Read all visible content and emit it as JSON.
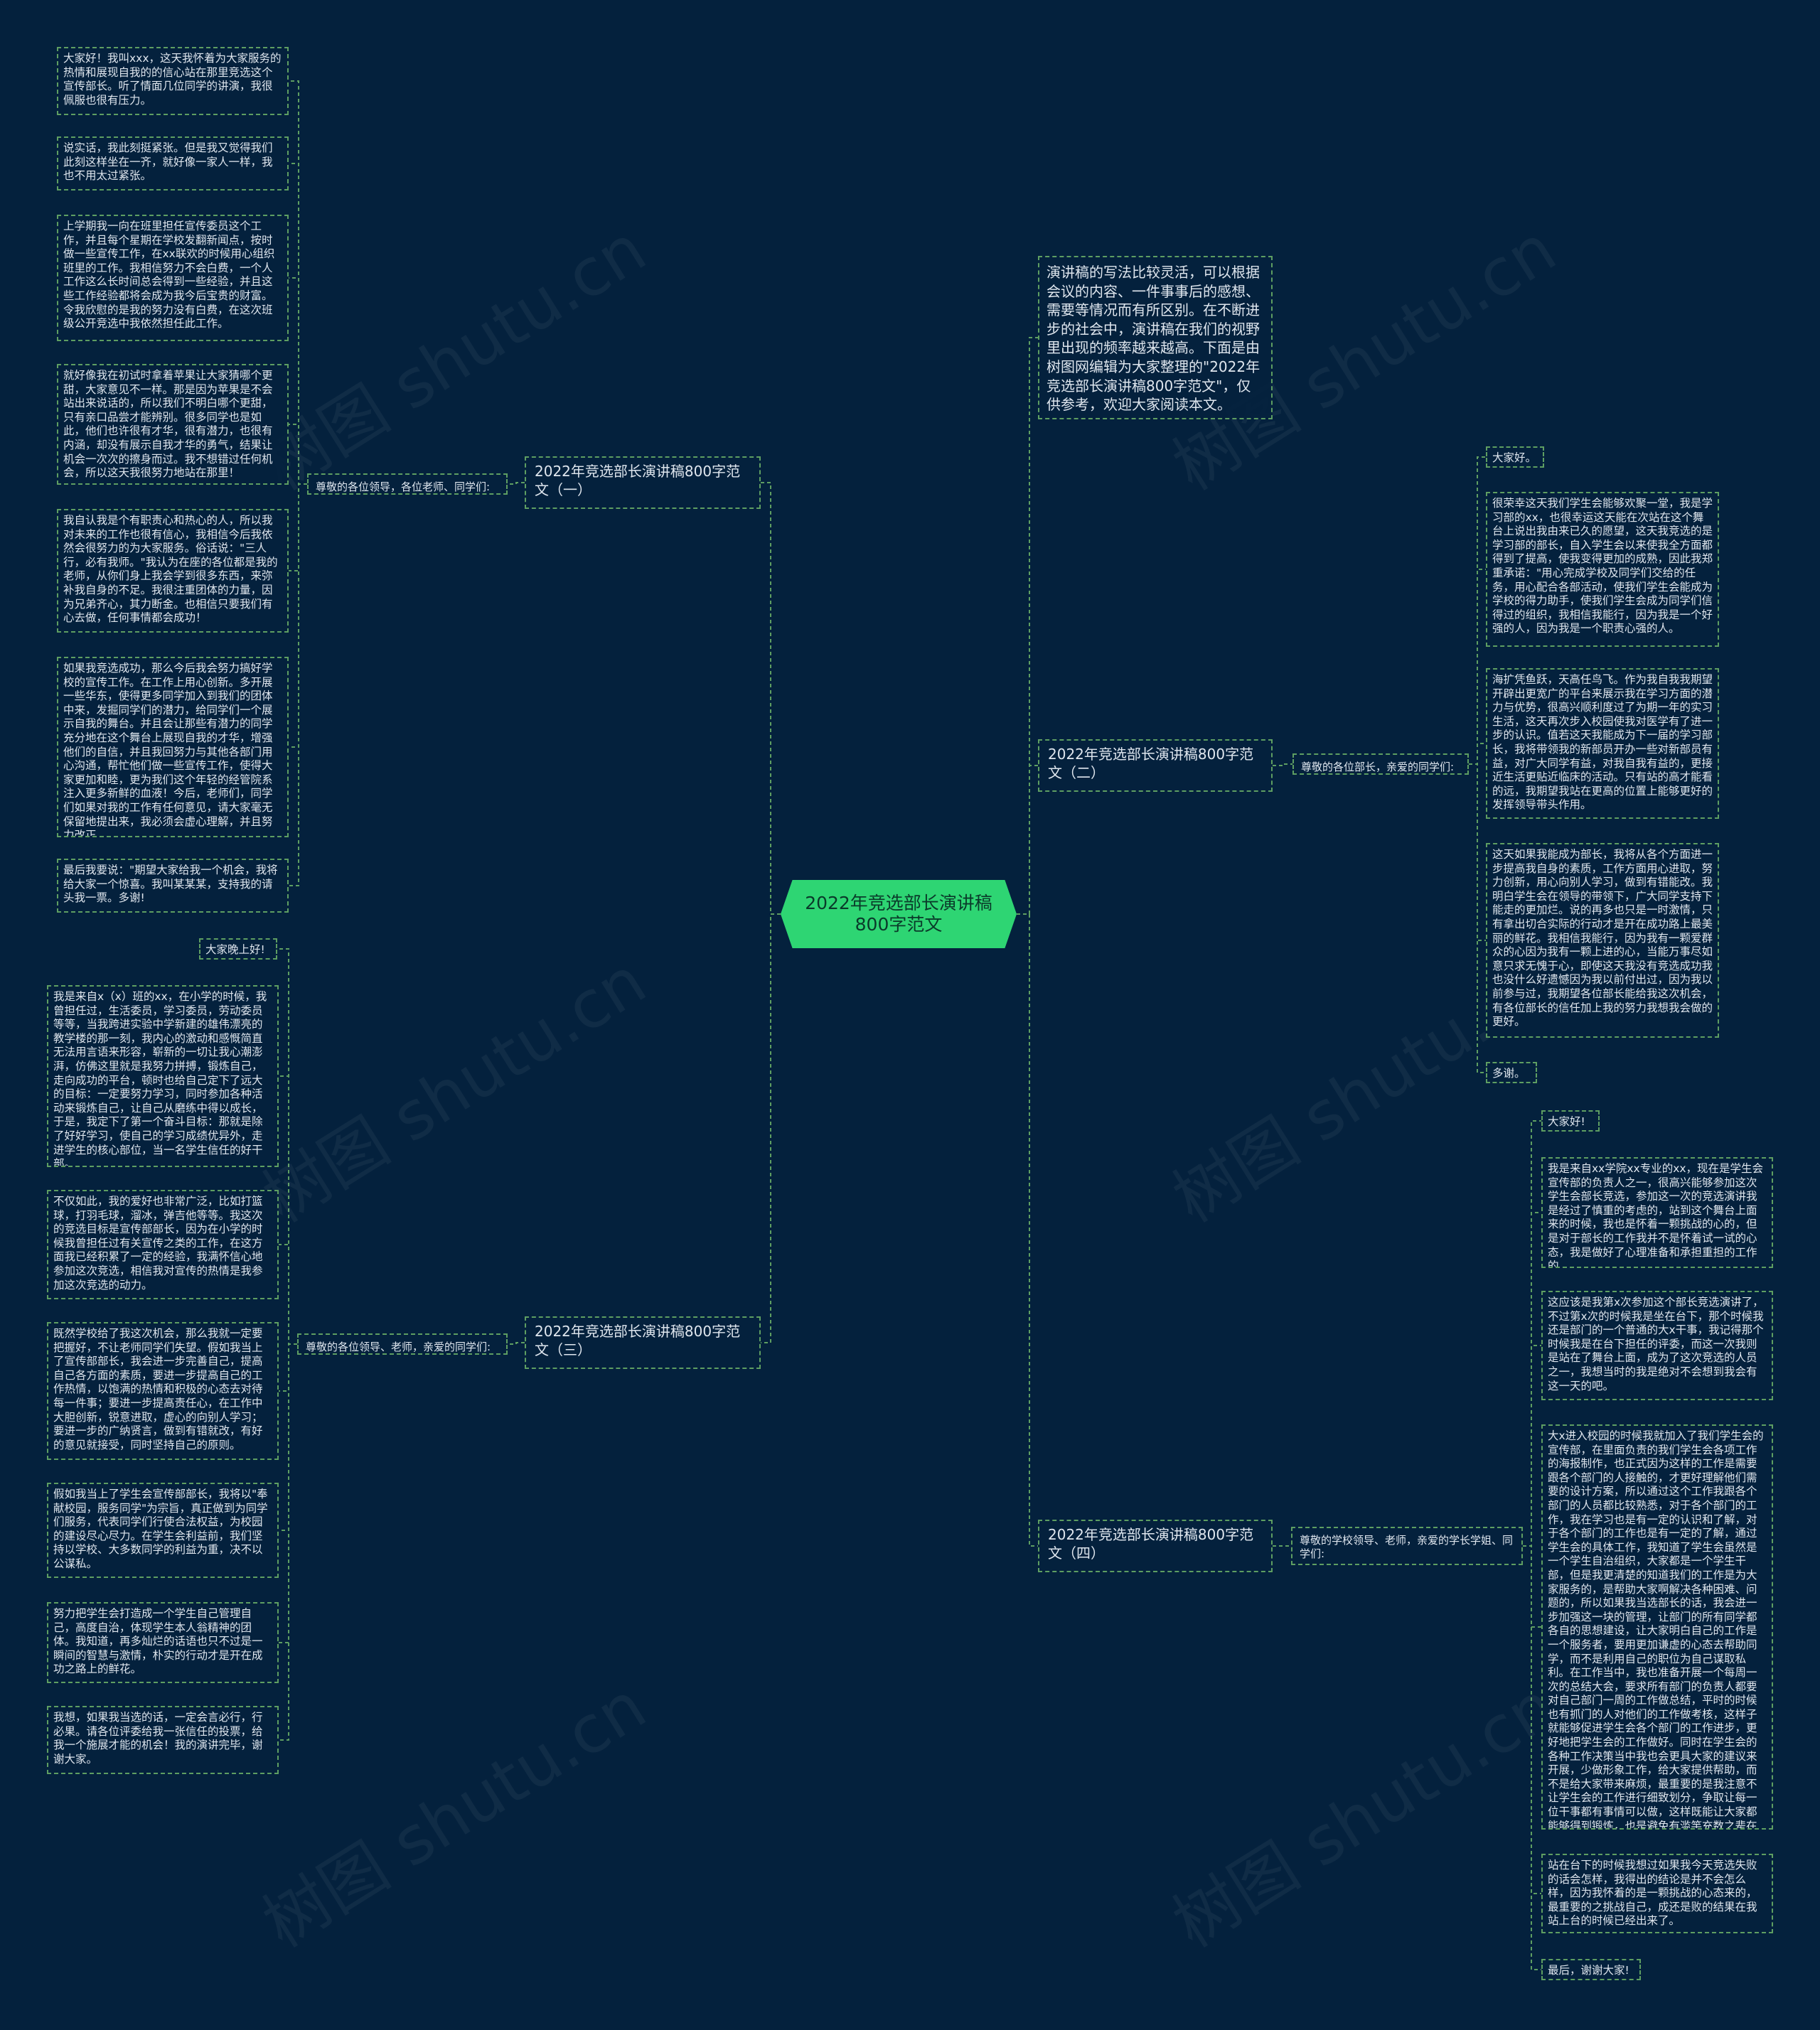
{
  "root": "2022年竞选部长演讲稿800字范文",
  "intro": "演讲稿的写法比较灵活，可以根据会议的内容、一件事事后的感想、需要等情况而有所区别。在不断进步的社会中，演讲稿在我们的视野里出现的频率越来越高。下面是由树图网编辑为大家整理的\"2022年竞选部长演讲稿800字范文\"，仅供参考，欢迎大家阅读本文。",
  "watermark": "树图 shutu.cn",
  "branches": [
    {
      "title": "2022年竞选部长演讲稿800字范文（一）",
      "greeting": "尊敬的各位领导，各位老师、同学们:",
      "paras": [
        "大家好！我叫xxx，这天我怀着为大家服务的热情和展现自我的的信心站在那里竞选这个宣传部长。听了情面几位同学的讲演，我很佩服也很有压力。",
        "说实话，我此刻挺紧张。但是我又觉得我们此刻这样坐在一齐，就好像一家人一样，我也不用太过紧张。",
        "上学期我一向在班里担任宣传委员这个工作，并且每个星期在学校发翻新闻点，按时做一些宣传工作，在xx联欢的时候用心组织班里的工作。我相信努力不会白费，一个人工作这么长时间总会得到一些经验，并且这些工作经验都将会成为我今后宝贵的财富。令我欣慰的是我的努力没有白费，在这次班级公开竞选中我依然担任此工作。",
        "就好像我在初试时拿着苹果让大家猜哪个更甜，大家意见不一样。那是因为苹果是不会站出来说话的，所以我们不明白哪个更甜，只有亲口品尝才能辨别。很多同学也是如此，他们也许很有才华，很有潜力，也很有内涵，却没有展示自我才华的勇气，结果让机会一次次的擦身而过。我不想错过任何机会，所以这天我很努力地站在那里！",
        "我自认我是个有职责心和热心的人，所以我对未来的工作也很有信心，我相信今后我依然会很努力的为大家服务。俗话说：\"三人行，必有我师。\"我认为在座的各位都是我的老师，从你们身上我会学到很多东西，来弥补我自身的不足。我很注重团体的力量，因为兄弟齐心，其力断金。也相信只要我们有心去做，任何事情都会成功！",
        "如果我竞选成功，那么今后我会努力搞好学校的宣传工作。在工作上用心创新。多开展一些华东，使得更多同学加入到我们的团体中来，发掘同学们的潜力，给同学们一个展示自我的舞台。并且会让那些有潜力的同学充分地在这个舞台上展现自我的才华，增强他们的自信，并且我回努力与其他各部门用心沟通，帮忙他们做一些宣传工作，使得大家更加和睦，更为我们这个年轻的经管院系注入更多新鲜的血液！今后，老师们，同学们如果对我的工作有任何意见，请大家毫无保留地提出来，我必须会虚心理解，并且努力改正。",
        "最后我要说：\"期望大家给我一个机会，我将给大家一个惊喜。我叫某某某，支持我的请头我一票。多谢!"
      ]
    },
    {
      "title": "2022年竞选部长演讲稿800字范文（二）",
      "greeting": "尊敬的各位部长，亲爱的同学们:",
      "paras": [
        "大家好。",
        "很荣幸这天我们学生会能够欢聚一堂，我是学习部的xx，也很幸运这天能在次站在这个舞台上说出我由来已久的愿望，这天我竞选的是学习部的部长，自入学生会以来使我全方面都得到了提高，使我变得更加的成熟，因此我郑重承诺：\"用心完成学校及同学们交给的任务，用心配合各部活动，使我们学生会能成为学校的得力助手，使我们学生会成为同学们信得过的组织，我相信我能行，因为我是一个好强的人，因为我是一个职责心强的人。",
        "海扩凭鱼跃，天高任鸟飞。作为我自我我期望开辟出更宽广的平台来展示我在学习方面的潜力与优势，很高兴顺利度过了为期一年的实习生活，这天再次步入校园使我对医学有了进一步的认识。值若这天我能成为下一届的学习部长，我将带领我的新部员开办一些对新部员有益，对广大同学有益，对我自我有益的，更接近生活更贴近临床的活动。只有站的高才能看的远，我期望我站在更高的位置上能够更好的发挥领导带头作用。",
        "这天如果我能成为部长，我将从各个方面进一步提高我自身的素质，工作方面用心进取，努力创新，用心向别人学习，做到有错能改。我明白学生会在领导的带领下，广大同学支持下能走的更加烂。说的再多也只是一时激情，只有拿出切合实际的行动才是开在成功路上最美丽的鲜花。我相信我能行，因为我有一颗爱群众的心因为我有一颗上进的心，当能万事尽如意只求无愧于心，即使这天我没有竞选成功我也没什么好遗憾因为我以前付出过，因为我以前参与过，我期望各位部长能给我这次机会，有各位部长的信任加上我的努力我想我会做的更好。",
        "多谢。"
      ]
    },
    {
      "title": "2022年竞选部长演讲稿800字范文（三）",
      "greeting": "尊敬的各位领导、老师，亲爱的同学们:",
      "paras": [
        "大家晚上好!",
        "我是来自x（x）班的xx，在小学的时候，我曾担任过，生活委员，学习委员，劳动委员等等，当我跨进实验中学新建的雄伟漂亮的教学楼的那一刻，我内心的激动和感慨简直无法用言语来形容，崭新的一切让我心潮澎湃，仿佛这里就是我努力拼搏，锻炼自己，走向成功的平台，顿时也给自己定下了远大的目标：一定要努力学习，同时参加各种活动来锻炼自己，让自己从磨练中得以成长，于是，我定下了第一个奋斗目标：那就是除了好好学习，使自己的学习成绩优异外，走进学生的核心部位，当一名学生信任的好干部。",
        "不仅如此，我的爱好也非常广泛，比如打篮球，打羽毛球，溜冰，弹吉他等等。我这次的竞选目标是宣传部部长，因为在小学的时候我曾担任过有关宣传之类的工作，在这方面我已经积累了一定的经验，我满怀信心地参加这次竞选，相信我对宣传的热情是我参加这次竞选的动力。",
        "既然学校给了我这次机会，那么我就一定要把握好，不让老师同学们失望。假如我当上了宣传部部长，我会进一步完善自己，提高自己各方面的素质，要进一步提高自己的工作热情，以饱满的热情和积极的心态去对待每一件事；要进一步提高责任心，在工作中大胆创新，锐意进取，虚心的向别人学习；要进一步的广纳贤言，做到有错就改，有好的意见就接受，同时坚持自己的原则。",
        "假如我当上了学生会宣传部部长，我将以\"奉献校园，服务同学\"为宗旨，真正做到为同学们服务，代表同学们行使合法权益，为校园的建设尽心尽力。在学生会利益前，我们坚持以学校、大多数同学的利益为重，决不以公谋私。",
        "努力把学生会打造成一个学生自己管理自己，高度自治，体现学生本人翁精神的团体。我知道，再多灿烂的话语也只不过是一瞬间的智慧与激情，朴实的行动才是开在成功之路上的鲜花。",
        "我想，如果我当选的话，一定会言必行，行必果。请各位评委给我一张信任的投票，给我一个施展才能的机会！我的演讲完毕，谢谢大家。"
      ]
    },
    {
      "title": "2022年竞选部长演讲稿800字范文（四）",
      "greeting": "尊敬的学校领导、老师，亲爱的学长学姐、同学们:",
      "paras": [
        "大家好!",
        "我是来自xx学院xx专业的xx，现在是学生会宣传部的负责人之一，很高兴能够参加这次学生会部长竞选，参加这一次的竞选演讲我是经过了慎重的考虑的，站到这个舞台上面来的时候，我也是怀着一颗挑战的心的，但是对于部长的工作我并不是怀着试一试的心态，我是做好了心理准备和承担重担的工作的。",
        "这应该是我第x次参加这个部长竞选演讲了，不过第x次的时候我是坐在台下，那个时候我还是部门的一个普通的大x干事，我记得那个时候我是在台下担任的评委，而这一次我则是站在了舞台上面，成为了这次竞选的人员之一，我想当时的我是绝对不会想到我会有这一天的吧。",
        "大x进入校园的时候我就加入了我们学生会的宣传部，在里面负责的我们学生会各项工作的海报制作，也正式因为这样的工作是需要跟各个部门的人接触的，才更好理解他们需要的设计方案，所以通过这个工作我跟各个部门的人员都比较熟悉，对于各个部门的工作，我在学习也是有一定的认识和了解，对于各个部门的工作也是有一定的了解，通过学生会的具体工作，我知道了学生会虽然是一个学生自治组织，大家都是一个学生干部，但是我更清楚的知道我们的工作是为大家服务的，是帮助大家啊解决各种困难、问题的，所以如果我当选部长的话，我会进一步加强这一块的管理，让部门的所有同学都各自的思想建设，让大家明白自己的工作是一个服务者，要用更加谦虚的心态去帮助同学，而不是利用自己的职位为自己谋取私利。在工作当中，我也准备开展一个每周一次的总结大会，要求所有部门的负责人都要对自己部门一周的工作做总结，平时的时候也有抓门的人对他们的工作做考核，这样子就能够促进学生会各个部门的工作进步，更好地把学生会的工作做好。同时在学生会的各种工作决策当中我也会更具大家的建议来开展，少做形象工作，给大家提供帮助，而不是给大家带来麻烦，最重要的是我注意不让学生会的工作进行细致划分，争取让每一位干事都有事情可以做，这样既能让大家都能够得到锻炼，也是避免有滥竽充数之辈在学生会里面影响学生会的形象。",
        "站在台下的时候我想过如果我今天竞选失败的话会怎样，我得出的结论是并不会怎么样，因为我怀着的是一颗挑战的心态来的，最重要的之挑战自己，成还是败的结果在我站上台的时候已经出来了。",
        "最后，谢谢大家!"
      ]
    }
  ]
}
